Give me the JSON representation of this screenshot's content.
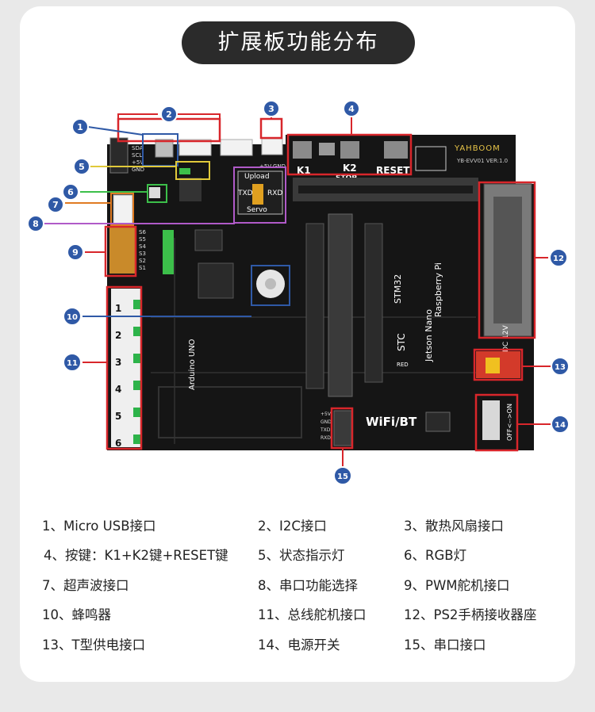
{
  "title": "扩展板功能分布",
  "board": {
    "brand": "YAHBOOM",
    "model": "YB-EVV01  VER:1.0",
    "key_labels": [
      "K1",
      "K2",
      "RESET"
    ],
    "stop_label": "STOP",
    "upload_label": "Upload",
    "txd_label": "TXD",
    "rxd_label": "RXD",
    "servo_label": "Servo",
    "stm32_label": "STM32",
    "rpi_label": "Raspberry Pi",
    "jetson_label": "Jetson Nano",
    "stc_label": "STC",
    "red_label": "RED",
    "arduino_label": "Arduino UNO",
    "wifi_label": "WiFi/BT",
    "dc_label": "DC 12V",
    "switch_label": "OFF<-->ON",
    "i2c_pins": [
      "SDA",
      "SCL",
      "+5V",
      "GND"
    ],
    "bus_numbers": [
      "1",
      "2",
      "3",
      "4",
      "5",
      "6"
    ],
    "pwm_pins": [
      "S6",
      "S5",
      "S4",
      "S3",
      "S2",
      "S1"
    ],
    "fan_pins": [
      "+5V",
      "GND"
    ],
    "serial_pins": [
      "+5V",
      "GND",
      "TXD",
      "RXD"
    ]
  },
  "callouts": [
    "1",
    "2",
    "3",
    "4",
    "5",
    "6",
    "7",
    "8",
    "9",
    "10",
    "11",
    "12",
    "13",
    "14",
    "15"
  ],
  "legend": [
    "1、Micro USB接口",
    "2、I2C接口",
    "3、散热风扇接口",
    "4、按键：K1+K2键+RESET键",
    "5、状态指示灯",
    "6、RGB灯",
    "7、超声波接口",
    "8、串口功能选择",
    "9、PWM舵机接口",
    "10、蜂鸣器",
    "11、总线舵机接口",
    "12、PS2手柄接收器座",
    "13、T型供电接口",
    "14、电源开关",
    "15、串口接口"
  ],
  "colors": {
    "callout": "#2f59a6",
    "highlight": "#d8262b",
    "board": "#151515"
  }
}
